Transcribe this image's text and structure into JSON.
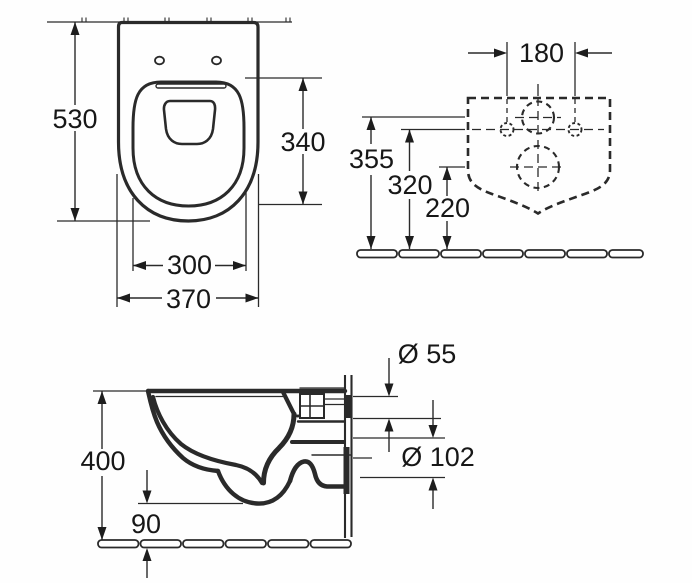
{
  "colors": {
    "line": "#2a2a2a",
    "text": "#171717",
    "background": "#fefefe"
  },
  "front_view": {
    "overall_depth": "530",
    "bowl_length": "340",
    "bowl_width": "300",
    "overall_width": "370"
  },
  "installation_view": {
    "bolt_spacing": "180",
    "water_inlet_height": "355",
    "bolt_height": "320",
    "waste_outlet_height": "220"
  },
  "side_view": {
    "mounting_height": "400",
    "bottom_clearance": "90",
    "water_inlet_diameter": "Ø 55",
    "waste_outlet_diameter": "Ø 102"
  }
}
